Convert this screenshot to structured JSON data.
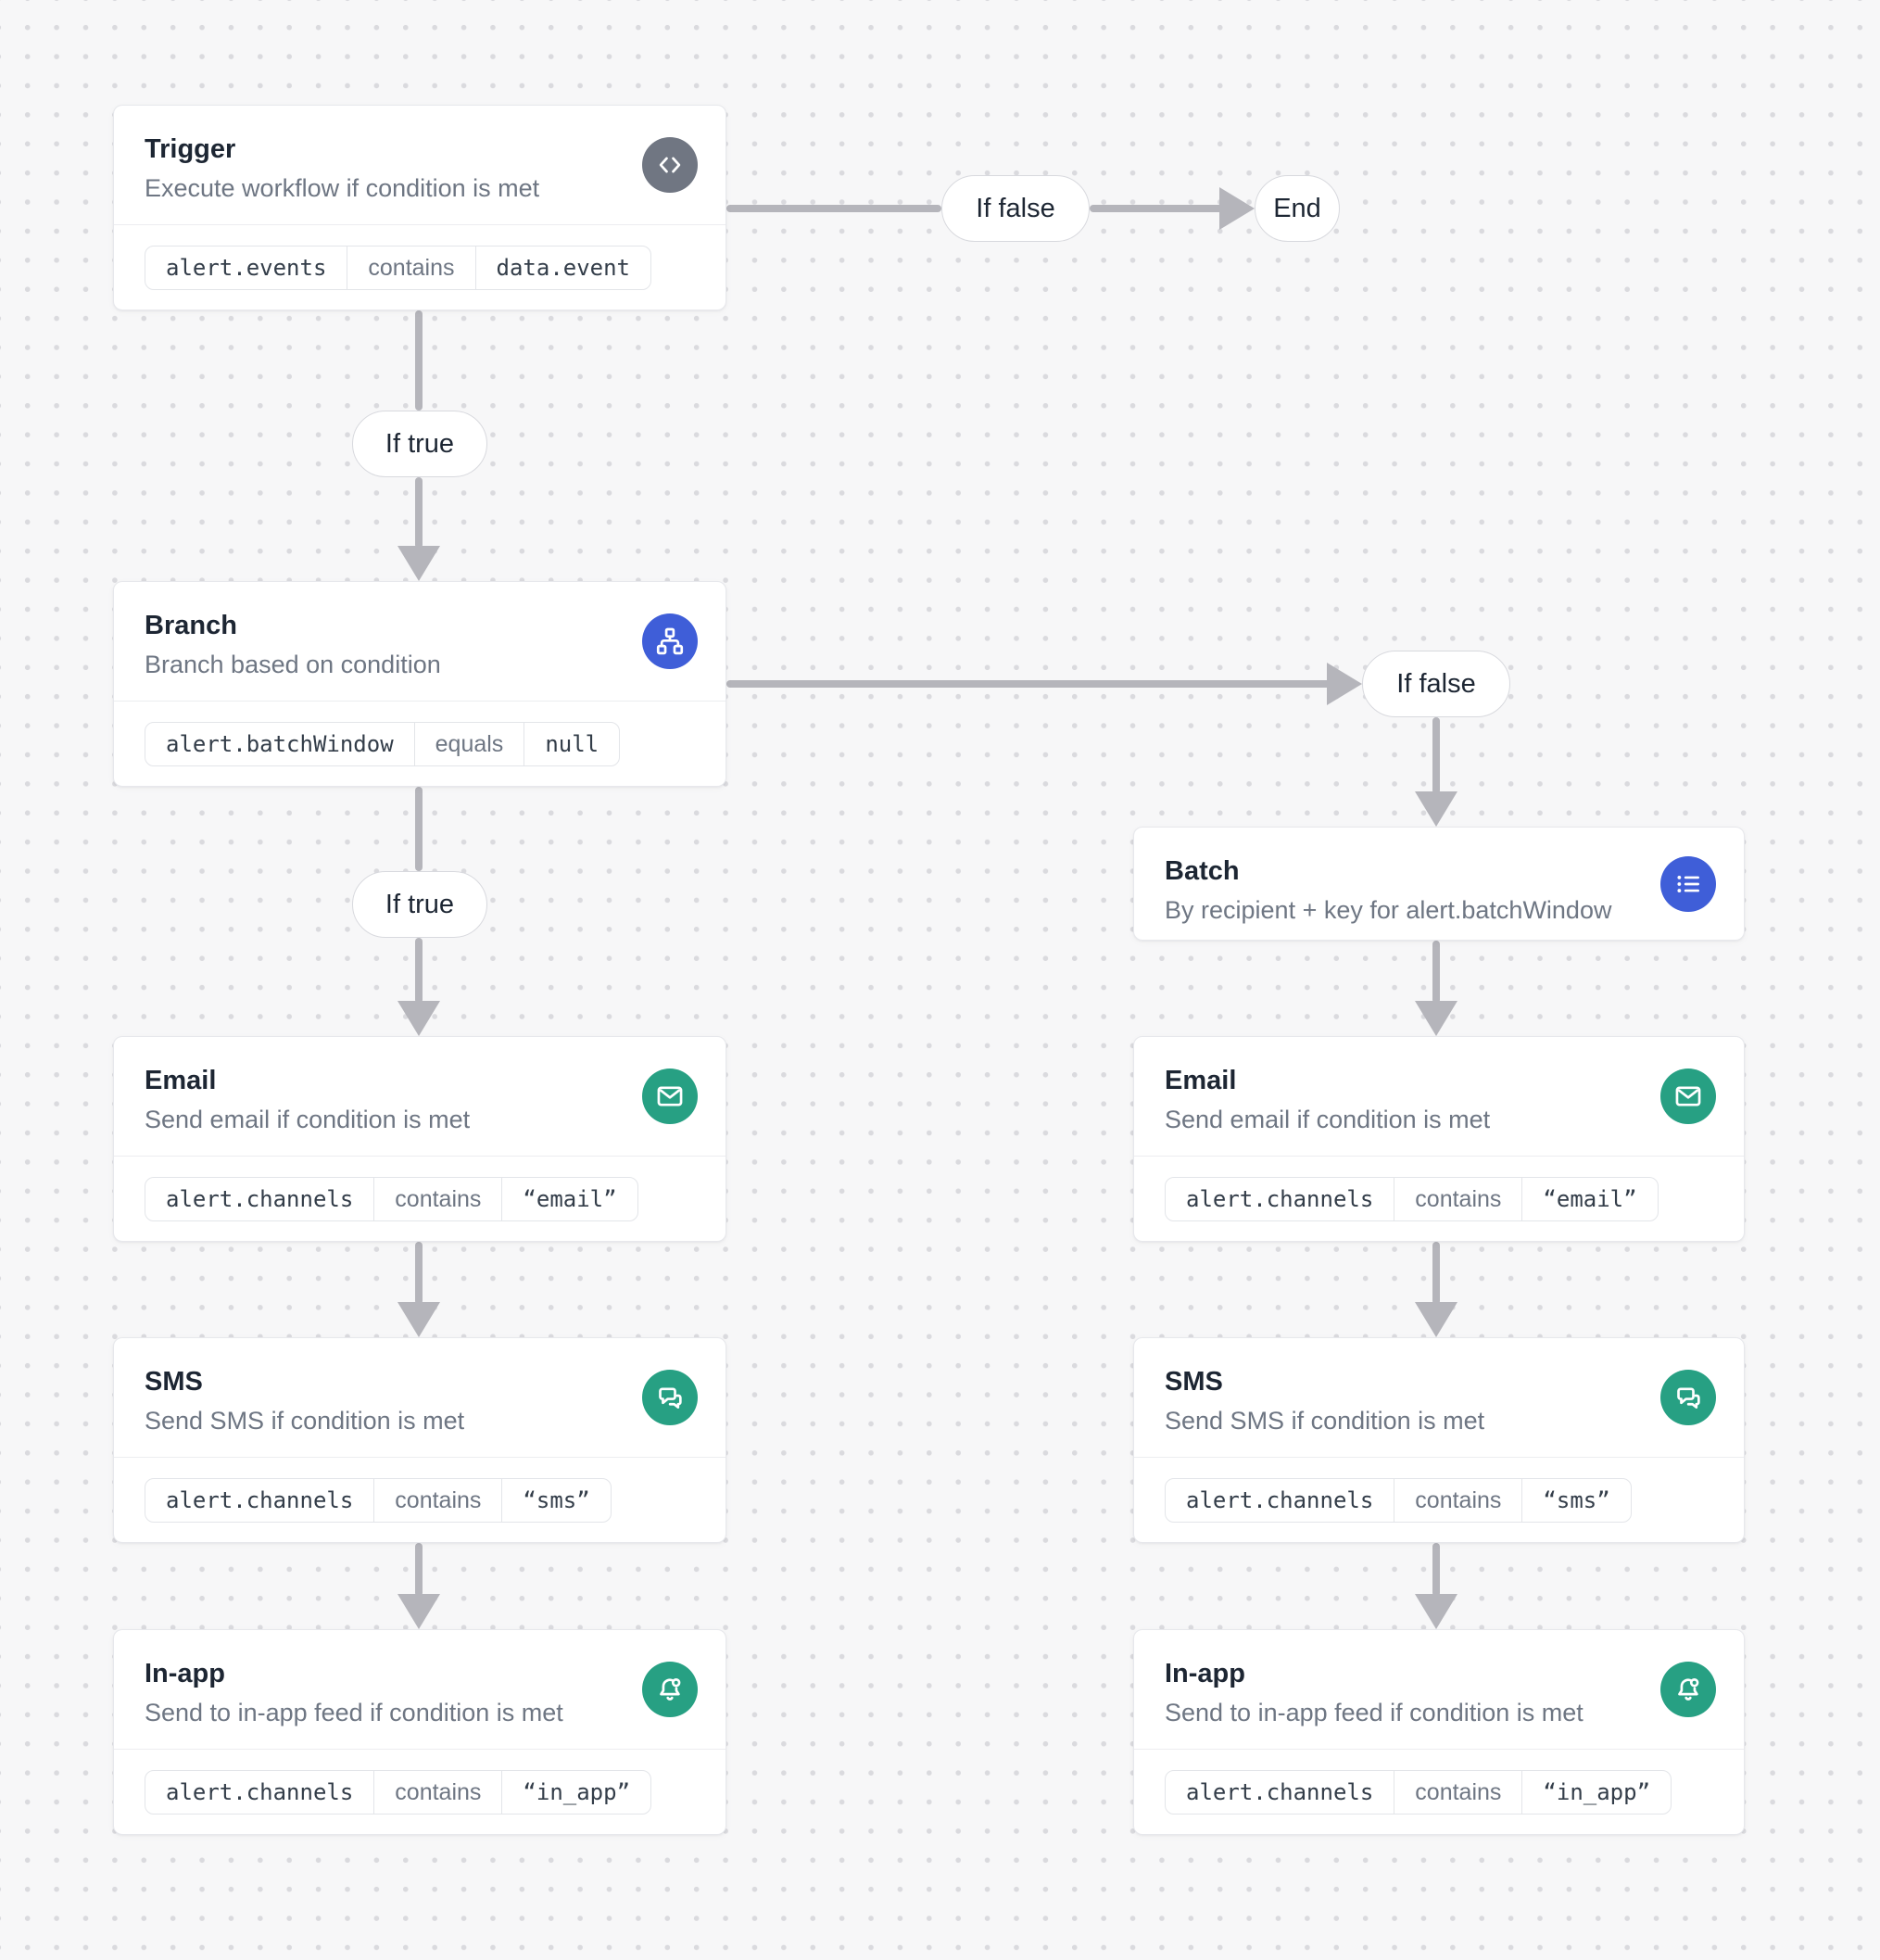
{
  "canvas": {
    "background": "#f7f7f8",
    "dot_color": "#dadade"
  },
  "palette": {
    "blue_icon": "#3f5ed8",
    "green_icon": "#27a083",
    "gray_icon": "#707682",
    "arrow": "#b5b5bb"
  },
  "edge_labels": {
    "if_true": "If true",
    "if_false": "If false"
  },
  "end_node": {
    "label": "End"
  },
  "nodes": {
    "trigger": {
      "title": "Trigger",
      "subtitle": "Execute workflow if condition is met",
      "icon": "code-icon",
      "condition": {
        "field": "alert.events",
        "operator": "contains",
        "value": "data.event"
      }
    },
    "branch": {
      "title": "Branch",
      "subtitle": "Branch based on condition",
      "icon": "sitemap-icon",
      "condition": {
        "field": "alert.batchWindow",
        "operator": "equals",
        "value": "null"
      }
    },
    "batch": {
      "title": "Batch",
      "subtitle": "By recipient + key for alert.batchWindow",
      "icon": "list-icon"
    },
    "email": {
      "title": "Email",
      "subtitle": "Send email if condition is met",
      "icon": "mail-icon",
      "condition": {
        "field": "alert.channels",
        "operator": "contains",
        "value": "“email”"
      }
    },
    "sms": {
      "title": "SMS",
      "subtitle": "Send SMS if condition is met",
      "icon": "chat-icon",
      "condition": {
        "field": "alert.channels",
        "operator": "contains",
        "value": "“sms”"
      }
    },
    "in_app": {
      "title": "In-app",
      "subtitle": "Send to in-app feed if condition is met",
      "icon": "bell-icon",
      "condition": {
        "field": "alert.channels",
        "operator": "contains",
        "value": "“in_app”"
      }
    }
  }
}
